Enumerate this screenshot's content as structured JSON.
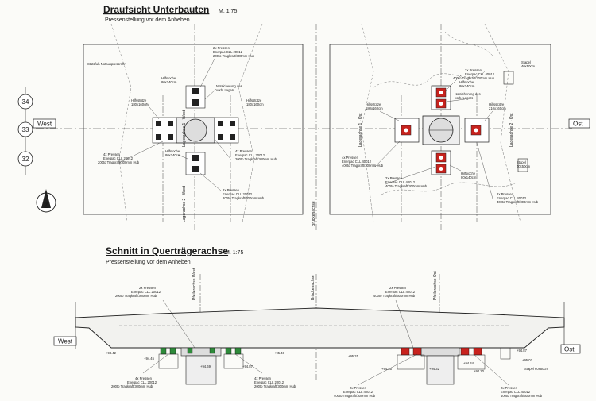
{
  "plan": {
    "title": "Draufsicht Unterbauten",
    "scale": "M. 1:75",
    "subtitle": "Pressenstellung vor dem Anheben",
    "left_labels": {
      "pressen_top": [
        "2x Pressen",
        "Enerpac CLL 20012",
        "200to Tragkraft/300mm Hub"
      ],
      "pressen_right": [
        "4x Pressen",
        "Enerpac CLL 20012",
        "200to Tragkraft/300mm Hub"
      ],
      "pressen_bottom": [
        "2x Pressen",
        "Enerpac CLL 20012",
        "200to Tragkraft/300mm Hub"
      ],
      "pressen_left": [
        "4x Pressen",
        "Enerpac CLL 20012",
        "200to Tragkraft/300mm Hub"
      ],
      "hilfsjoch_top": [
        "Hilfsjoche",
        "80x140cm"
      ],
      "hilfsjoch_left": [
        "Hilfsstütze",
        "180x160cm"
      ],
      "hilfsjoch_right": [
        "Hilfsstütze",
        "180x160cm"
      ],
      "hilfsjoch_bottom": [
        "Hilfsjoche",
        "80x140cm"
      ],
      "sicherung": [
        "Notsicherung des",
        "vorh. Lagers"
      ],
      "flange": "Stützfuß Notauspressrohr"
    },
    "right_labels": {
      "pressen_top": [
        "2x Pressen",
        "Enerpac CLL 40012",
        "400to Tragkraft/300mm Hub"
      ],
      "pressen_left": [
        "4x Pressen",
        "Enerpac CLL 40012",
        "400to Tragkraft/300mm Hub"
      ],
      "pressen_bottom": [
        "2x Pressen",
        "Enerpac CLL 40012",
        "400to Tragkraft/300mm Hub"
      ],
      "hilfsjoch_top": [
        "Hilfsjoche",
        "80x140cm"
      ],
      "hilfsjoch_left": [
        "Hilfsstütze",
        "180x160cm"
      ],
      "hilfsjoch_right": [
        "Hilfsstütze",
        "210x160cm"
      ],
      "hilfsjoch_bottom": [
        "Hilfsjoche",
        "80x140cm"
      ],
      "sicherung": [
        "Notsicherung des",
        "vorh. Lagers"
      ],
      "stapel_top": [
        "Stapel",
        "40x50cm"
      ],
      "stapel_bottom": [
        "Stapel",
        "40x50cm"
      ],
      "pressen_br": [
        "2x Pressen",
        "Enerpac CLL 40012",
        "400to Tragkraft/300mm Hub"
      ]
    },
    "axes": [
      "Lagerachse 1 - West",
      "Lagerachse 2 - West",
      "Lagerachse 1 - Ost",
      "Lagerachse 2 - Ost",
      "Brückenachse"
    ],
    "compass": [
      "34",
      "33",
      "32"
    ],
    "west": "West",
    "ost": "Ost"
  },
  "section": {
    "title": "Schnitt in Querträgerachse",
    "scale": "M. 1:75",
    "subtitle": "Pressenstellung vor dem Anheben",
    "west": "West",
    "ost": "Ost",
    "axis_labels": [
      "Pfeilerachse West",
      "Brückenachse",
      "Pfeilerachse Ost"
    ],
    "elevations": [
      "+93.42",
      "+94.45",
      "+94.69",
      "+94.87",
      "+95.48",
      "+95.31",
      "+94.35",
      "+94.32",
      "+94.34",
      "+94.20",
      "+94.87",
      "+95.02"
    ],
    "labels": {
      "top_left": [
        "2x Pressen",
        "Enerpac CLL 20012",
        "200to Tragkraft/300mm Hub"
      ],
      "top_right": [
        "2x Pressen",
        "Enerpac CLL 40012",
        "400to Tragkraft/300mm Hub"
      ],
      "bot_left1": [
        "4x Pressen",
        "Enerpac CLL 20012",
        "200to Tragkraft/300mm Hub"
      ],
      "bot_left2": [
        "4x Pressen",
        "Enerpac CLL 20012",
        "200to Tragkraft/300mm Hub"
      ],
      "bot_right1": [
        "2x Pressen",
        "Enerpac CLL 40012",
        "400to Tragkraft/300mm Hub"
      ],
      "bot_right2": [
        "2x Pressen",
        "Enerpac CLL 40012",
        "400to Tragkraft/300mm Hub"
      ],
      "stapel": "Stapel 60x50cm"
    }
  }
}
